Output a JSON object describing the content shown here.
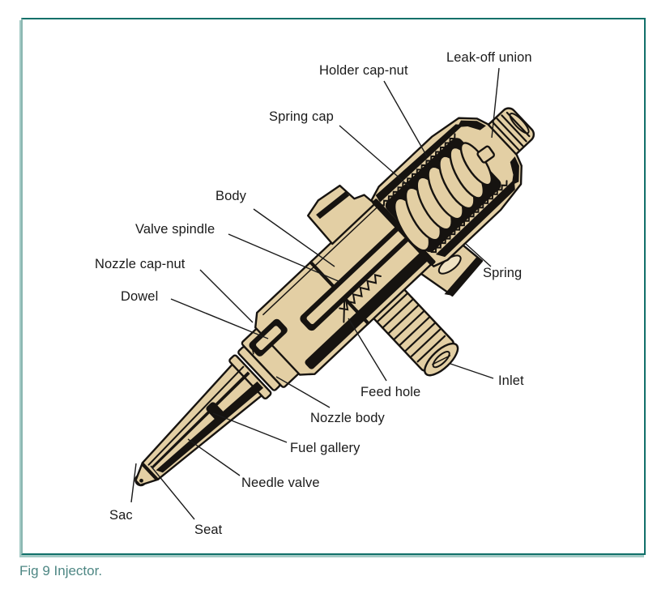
{
  "figure": {
    "caption": "Fig 9 Injector.",
    "subject": "Injector",
    "type": "cutaway-technical-diagram"
  },
  "diagram": {
    "labels": {
      "leak_off_union": "Leak-off union",
      "holder_cap_nut": "Holder cap-nut",
      "spring_cap": "Spring cap",
      "body": "Body",
      "valve_spindle": "Valve spindle",
      "nozzle_cap_nut": "Nozzle cap-nut",
      "dowel": "Dowel",
      "spring": "Spring",
      "inlet": "Inlet",
      "feed_hole": "Feed hole",
      "nozzle_body": "Nozzle body",
      "fuel_gallery": "Fuel gallery",
      "needle_valve": "Needle valve",
      "sac": "Sac",
      "seat": "Seat"
    },
    "colors": {
      "metal_fill": "#e3cfa4",
      "outline": "#161310",
      "frame_border": "#11706a",
      "caption_text": "#4e8784",
      "label_text": "#1a1a1a",
      "background": "#ffffff"
    }
  }
}
